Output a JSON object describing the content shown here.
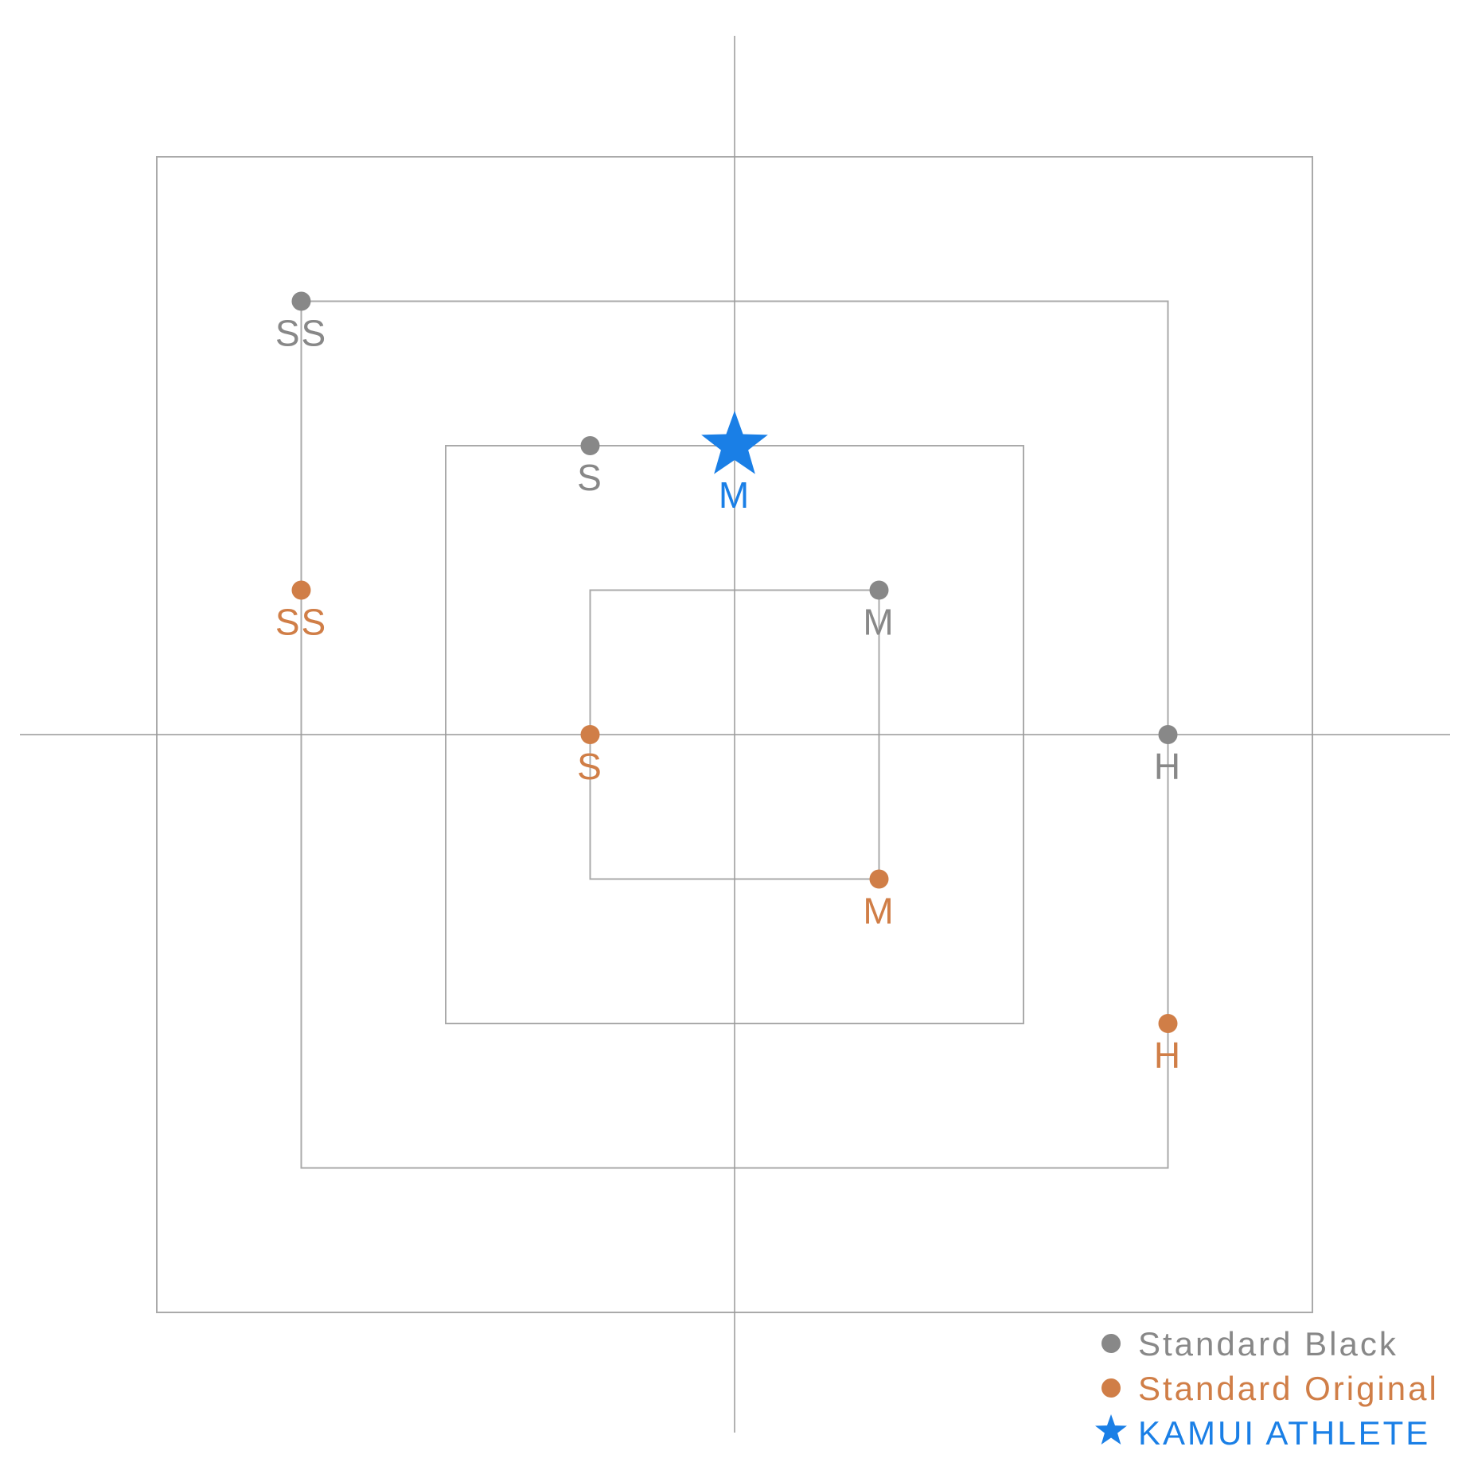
{
  "chart_data": {
    "type": "scatter",
    "title": "",
    "xlabel": "",
    "ylabel": "",
    "grid": false,
    "legend_position": "bottom-right",
    "xlim": [
      -5,
      5
    ],
    "ylim": [
      -5,
      5
    ],
    "axis_color": "#999999",
    "series": [
      {
        "name": "Standard Black",
        "marker": "circle",
        "color": "#888888",
        "points": [
          {
            "label": "SS",
            "x": -3,
            "y": 3
          },
          {
            "label": "S",
            "x": -1,
            "y": 2
          },
          {
            "label": "M",
            "x": 1,
            "y": 1
          },
          {
            "label": "H",
            "x": 3,
            "y": 0
          }
        ]
      },
      {
        "name": "Standard Original",
        "marker": "circle",
        "color": "#d07e47",
        "points": [
          {
            "label": "SS",
            "x": -3,
            "y": 1
          },
          {
            "label": "S",
            "x": -1,
            "y": 0
          },
          {
            "label": "M",
            "x": 1,
            "y": -1
          },
          {
            "label": "H",
            "x": 3,
            "y": -2
          }
        ]
      },
      {
        "name": "KAMUI ATHLETE",
        "marker": "star",
        "color": "#1a7fe6",
        "points": [
          {
            "label": "M",
            "x": 0,
            "y": 2
          }
        ]
      }
    ],
    "squares": [
      {
        "x0": -1,
        "x1": 1,
        "y0": -1,
        "y1": 1
      },
      {
        "x0": -2,
        "x1": 2,
        "y0": -2,
        "y1": 2
      },
      {
        "x0": -3,
        "x1": 3,
        "y0": -3,
        "y1": 3
      },
      {
        "x0": -4,
        "x1": 4,
        "y0": -4,
        "y1": 4
      }
    ]
  }
}
